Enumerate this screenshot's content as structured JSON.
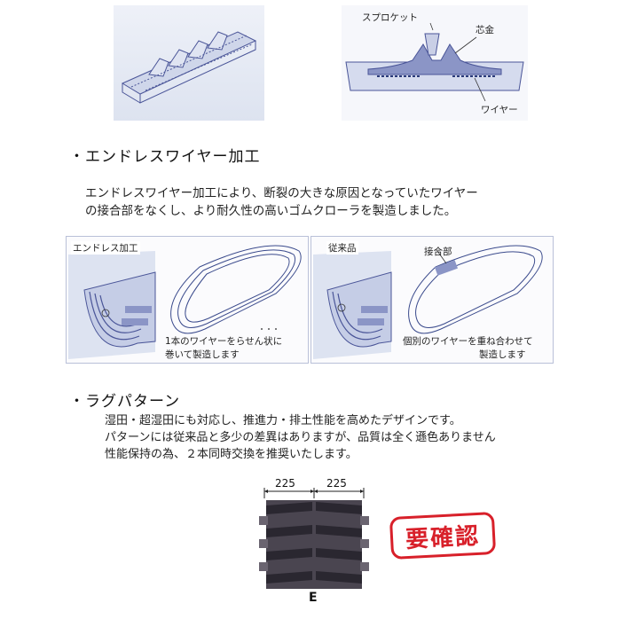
{
  "top_diagram": {
    "sprocket_label": "スプロケット",
    "core_label": "芯金",
    "wire_label": "ワイヤー"
  },
  "endless_section": {
    "heading_bullet": "・",
    "heading": "エンドレスワイヤー加工",
    "description_line1": "エンドレスワイヤー加工により、断裂の大きな原因となっていたワイヤー",
    "description_line2": "の接合部をなくし、より耐久性の高いゴムクローラを製造しました。",
    "left_panel": {
      "label": "エンドレス加工",
      "caption_line1": "1本のワイヤーをらせん状に",
      "caption_line2": "巻いて製造します"
    },
    "right_panel": {
      "label": "従来品",
      "joint_label": "接合部",
      "caption_line1": "個別のワイヤーを重ね合わせて",
      "caption_line2": "製造します"
    }
  },
  "lug_section": {
    "heading_bullet": "・",
    "heading": "ラグパターン",
    "line1": "湿田・超湿田にも対応し、推進力・排土性能を高めたデザインです。",
    "line2": "パターンには従来品と多少の差異はありますが、品質は全く遜色ありません",
    "line3": "性能保持の為、２本同時交換を推奨いたします。",
    "dim_left": "225",
    "dim_right": "225",
    "pattern_code": "E",
    "stamp_text": "要確認"
  },
  "colors": {
    "stamp_red": "#d8202a",
    "diagram_blue": "#3a4a8c",
    "panel_bg": "#e3e8f3"
  }
}
